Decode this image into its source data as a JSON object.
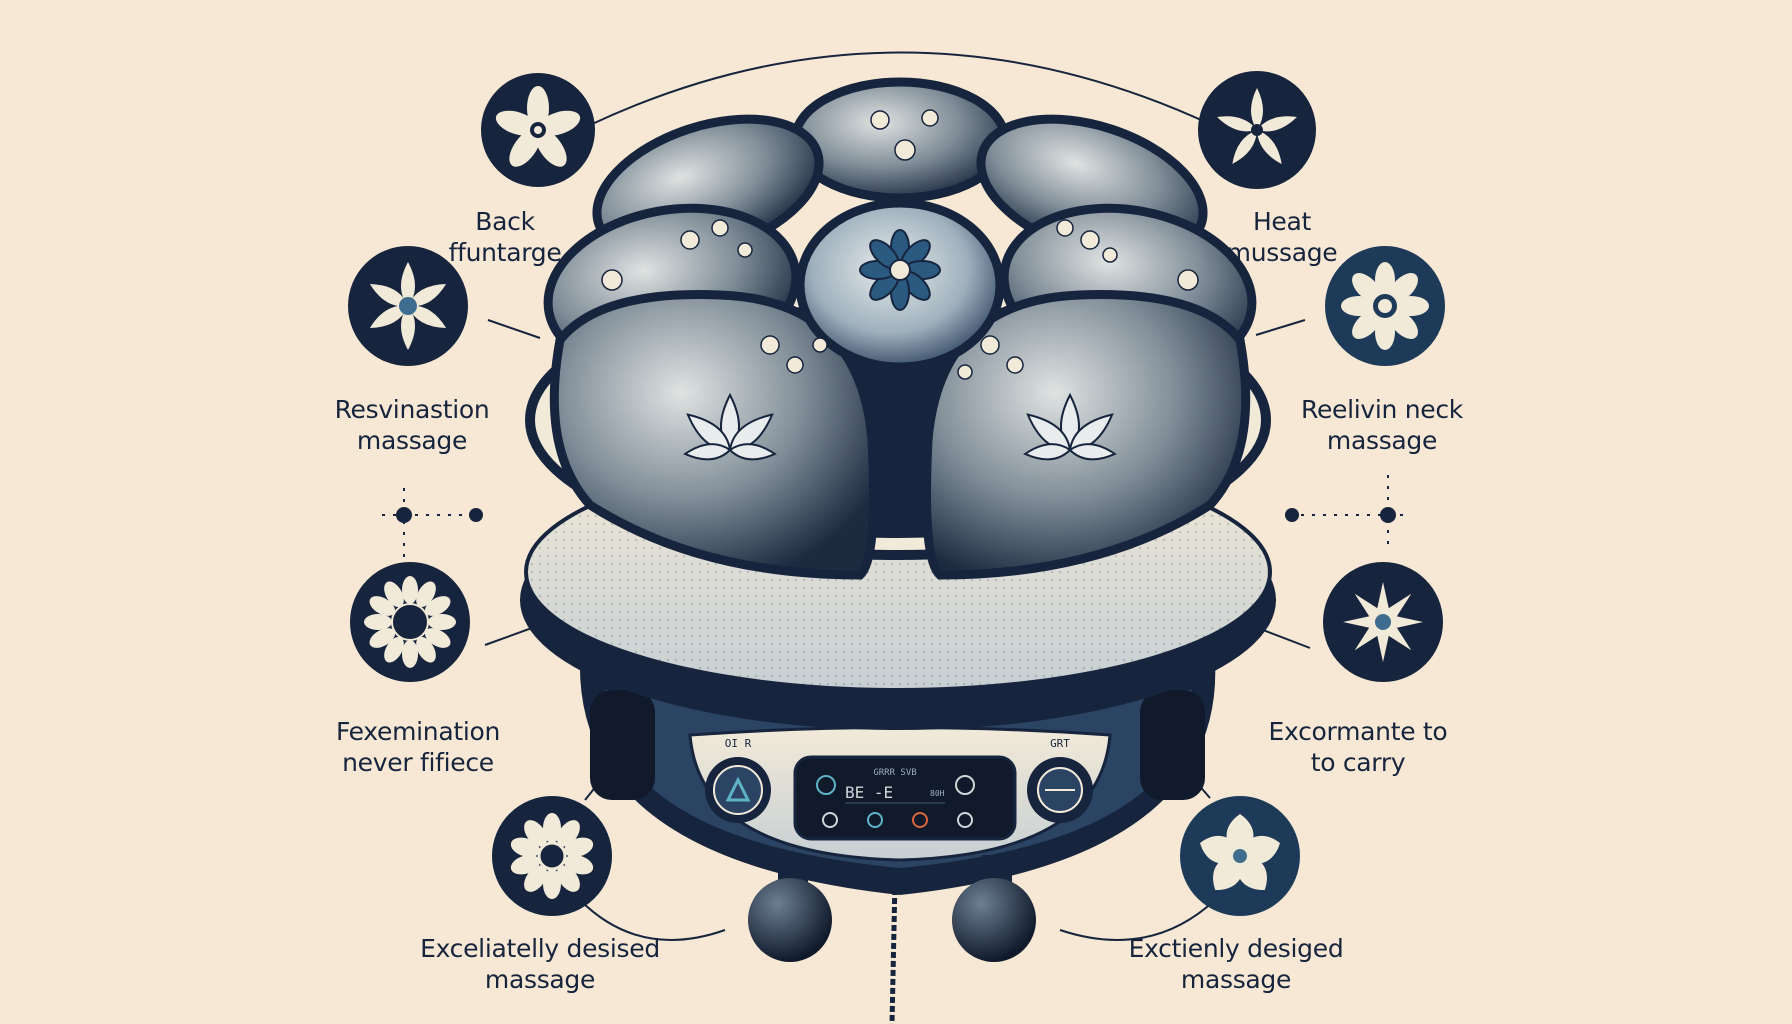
{
  "colors": {
    "background": "#f6e8d4",
    "navy": "#17243d",
    "steel_blue": "#3f6d8f",
    "cream": "#f2ead8"
  },
  "features": [
    {
      "line1": "Back",
      "line2": "ffuntarge",
      "icon": "flower-icon"
    },
    {
      "line1": "Heat",
      "line2": "mussage",
      "icon": "flower-icon"
    },
    {
      "line1": "Resvinastion",
      "line2": "massage",
      "icon": "flower-icon"
    },
    {
      "line1": "Reelivin neck",
      "line2": "massage",
      "icon": "flower-icon"
    },
    {
      "line1": "Fexemination",
      "line2": "never fifiece",
      "icon": "sunflower-icon"
    },
    {
      "line1": "Excormante to",
      "line2": "to carry",
      "icon": "star-flower-icon"
    },
    {
      "line1": "Exceliatelly desised",
      "line2": "massage",
      "icon": "flower-icon"
    },
    {
      "line1": "Exctienly desiged",
      "line2": "massage",
      "icon": "flower-icon"
    }
  ],
  "control_panel": {
    "left_knob_label": "OI R",
    "right_knob_label": "GRT",
    "display_top": "GRRR SVB",
    "display_main": "BE -E",
    "display_side": "80H"
  }
}
